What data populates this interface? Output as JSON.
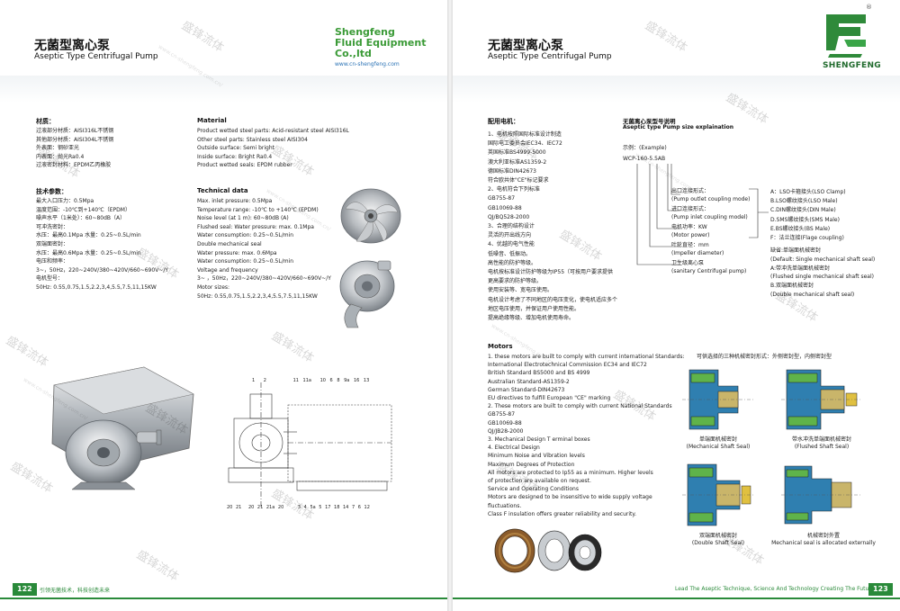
{
  "left_page": {
    "title_cn": "无菌型离心泵",
    "title_en": "Aseptic Type Centrifugal Pump",
    "brand_lines": [
      "Shengfeng",
      "Fluid Equipment",
      "Co.,ltd"
    ],
    "brand_url": "www.cn-shengfeng.com",
    "materials_cn": {
      "heading": "材质：",
      "lines": [
        "过液部分材质：AISI316L不锈钢",
        "其他部分材质：AISI304L不锈钢",
        "外表面：钢砂亚光",
        "内表面：抛光Ra0.4",
        "过液密封材料：EPDM乙丙橡胶"
      ]
    },
    "material_en": {
      "heading": "Material",
      "lines": [
        "Product wetted steel parts: Acid-resistant steel AISI316L",
        "Other steel parts: Stainless steel AISI304",
        "Outside surface: Semi bright",
        "Inside surface: Bright Ra0.4",
        "Product wetted seals: EPDM rubber"
      ]
    },
    "tech_cn": {
      "heading": "技术参数：",
      "lines": [
        "最大入口压力：0.5Mpa",
        "温度范围：-10℃到+140℃（EPDM）",
        "噪声水平（1米处）：60~80dB（A）",
        "可冲洗密封：",
        "水压：最高0.1Mpa 水量：0.25~0.5L/min",
        "双端面密封：",
        "水压：最高0.6Mpa 水量：0.25~0.5L/min",
        "电压和频率：",
        "3~，50Hz，220~240V/380~420V/660~690V~/Y",
        "电机型号：",
        "50Hz: 0.55,0.75,1.5,2.2,3,4,5.5,7.5,11,15KW"
      ]
    },
    "tech_en": {
      "heading": "Technical data",
      "lines": [
        "Max. inlet pressure: 0.5Mpa",
        "Temperature range: -10℃ to +140℃ (EPDM)",
        "Noise level (at 1 m): 60~80dB (A)",
        "Flushed seal: Water pressure: max. 0.1Mpa",
        "Water consumption: 0.25~0.5L/min",
        "Double mechanical seal",
        "Water pressure: max. 0.6Mpa",
        "Water consumption: 0.25~0.5L/min",
        "Voltage and frequency",
        "3~ ，50Hz，220~240V/380~420V/660~690V~/Y",
        "Motor sizes:",
        "50Hz: 0.55,0.75,1.5,2.2,3,4,5.5,7.5,11,15KW"
      ]
    },
    "drawing_callouts_top": [
      "1",
      "2",
      "11",
      "11a",
      "10",
      "6",
      "8",
      "9a",
      "16",
      "13"
    ],
    "drawing_callouts_bottom": [
      "20",
      "21",
      "20",
      "21",
      "21a",
      "20",
      "3",
      "4",
      "5a",
      "5",
      "17",
      "18",
      "14",
      "7",
      "6",
      "12"
    ],
    "page_number": "122",
    "slogan": "引领无菌技术，科技创造未来",
    "watermark": "盛锋流体",
    "watermark_url": "www.cn-shengfeng.com.cn/"
  },
  "right_page": {
    "title_cn": "无菌型离心泵",
    "title_en": "Aseptic Type Centrifugal Pump",
    "logo_text": "SHENGFENG",
    "logo_reg": "®",
    "motor_cn": {
      "heading": "配用电机：",
      "lines": [
        "1、电机按照国际标准设计制造",
        "国际电工委员会IEC34、IEC72",
        "英国标准BS4999-5000",
        "澳大利亚标准AS1359-2",
        "德国标准DIN42673",
        "符合欧共体\"CE\"标记要求",
        "2、电机符合下列标准",
        "GB755-87",
        "GB10069-88",
        "QJ/BQ528-2000",
        "3、合理的结构设计",
        "灵活的开出线方向",
        "4、优越的电气性能",
        "低噪音、低振动。",
        "高性能的防护等级。",
        "电机按标准设计防护等级为IP55（可按用户要求提供",
        "更高要求的防护等级。",
        "使用安装等、宽电压使用。",
        "电机设计考虑了不同地区的电压变化，使电机适应多个",
        "地区电压使用，并保证用户使用性能。",
        "提高绝缘等级、增加电机使用寿命。"
      ]
    },
    "model_section": {
      "heading_cn": "无菌离心泵型号说明",
      "heading_en": "Aseptic type Pump size explaination",
      "example": "示例：(Example)",
      "model": "WCP-160-5.5AB",
      "labels": [
        {
          "cn": "出口连接形式：",
          "en": "(Pump outlet coupling mode)"
        },
        {
          "cn": "进口连接形式：",
          "en": "(Pump inlet coupling model)"
        },
        {
          "cn": "电机功率：KW",
          "en": "(Motor power)"
        },
        {
          "cn": "叶轮直径：mm",
          "en": "(Impeller diameter)"
        },
        {
          "cn": "卫生级离心泵",
          "en": "(sanitary Centrifugal pump)"
        }
      ],
      "coupling_options": [
        "A：LSO卡箍接头(LSO Clamp)",
        "B.LSO螺纹接头(LSO Male)",
        "C.DIN螺纹接头(DIN Male)",
        "D.SMS螺纹接头(SMS Male)",
        "E.BS螺纹接头(BS Male)",
        "F：法兰连接(Flage coupling)"
      ],
      "seal_options": [
        "缺省:单端面机械密封",
        "(Default: Single mechanical shaft seal)",
        "A:带冲洗单端面机械密封",
        "(Flushed single mechanical shaft seal)",
        "B.双端面机械密封",
        "(Double mechanical shaft seal)"
      ]
    },
    "motors_en": {
      "heading": "Motors",
      "lines": [
        "1. these motors are built to comply with current international Standards:",
        "International Electrotechnical Commission EC34 and IEC72",
        "British Standard BS5000 and BS 4999",
        "Australian Standard-AS1359-2",
        "German Standard-DIN42673",
        "EU directives to fulfill European  \"CE\" marking",
        "2. These motors are built to comply with current National Standards",
        "GB755-87",
        "GB10069-88",
        "QJ/JB28-2000",
        "3. Mechanical Design T erminal boxes",
        "4. Electrical Design",
        "Minimum Noise and Vibration levels",
        "Maximum Degrees of Protection",
        "All motors are protected to Ip55 as a minimum. Higher levels",
        "of protection are available on request.",
        "Service and Operating Conditions",
        "Motors are designed to be insensitive to wide supply voltage",
        "fluctuations.",
        "Class F insulation offers greater reliability and security."
      ]
    },
    "seal_heading": "可供选择的三种机械密封形式：外侧密封型，内侧密封型",
    "seal_captions": [
      {
        "cn": "单端面机械密封",
        "en": "(Mechanical Shaft Seal)"
      },
      {
        "cn": "带水冲洗单端面机械密封",
        "en": "(Flushed Shaft Seal)"
      },
      {
        "cn": "双端面机械密封",
        "en": "(Double Shaft Seal)"
      },
      {
        "cn": "机械密封外置",
        "en": "Mechanical seal is allocated externally"
      }
    ],
    "page_number": "123",
    "slogan": "Lead The Aseptic Technique, Science And Technology Creating The Future"
  },
  "colors": {
    "brand_green": "#3a9a36",
    "brand_blue": "#2a72b5",
    "footer_green": "#2a8a3a"
  }
}
